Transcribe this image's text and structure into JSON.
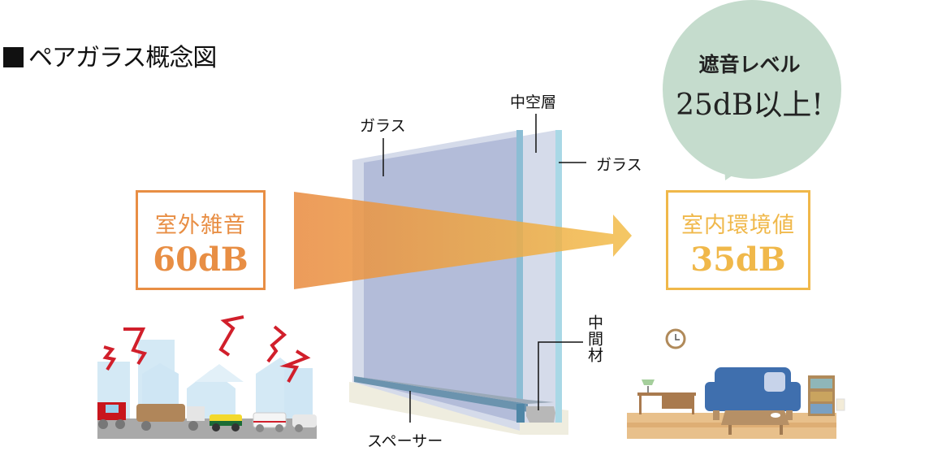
{
  "title": "ペアガラス概念図",
  "bubble": {
    "line1": "遮音レベル",
    "line2": "25dB以上!",
    "color": "#c5dccd"
  },
  "outdoor": {
    "label": "室外雑音",
    "value": "60dB",
    "color": "#e88e44"
  },
  "indoor": {
    "label": "室内環境値",
    "value": "35dB",
    "color": "#f0b84a"
  },
  "labels": {
    "glass_left": "ガラス",
    "air_layer": "中空層",
    "glass_right": "ガラス",
    "spacer": "スペーサー",
    "middle_material": "中間材"
  },
  "colors": {
    "glass": "#b3bcd9",
    "glass_edge": "#d5dbea",
    "glass_blue": "#8cc0d8",
    "arrow_start": "#e98a3e",
    "arrow_end": "#f2bd49"
  }
}
